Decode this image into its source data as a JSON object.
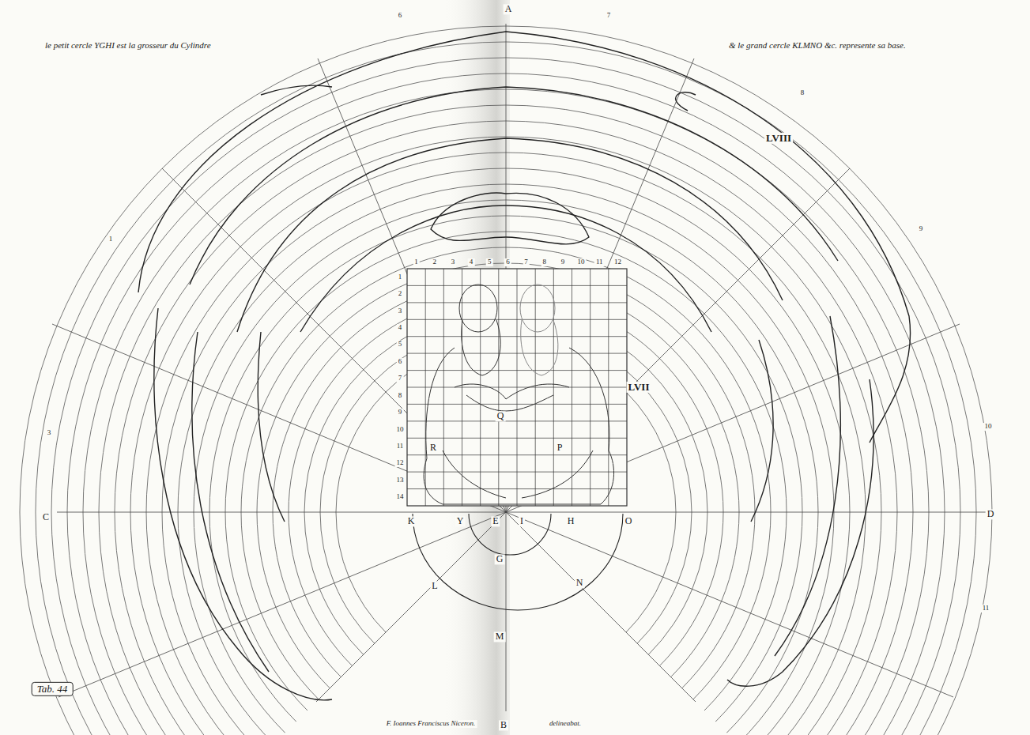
{
  "diagram": {
    "labels": [
      "le petit cercle YGHI est la grosseur du Cylindre",
      "& le grand cercle KLMNO &c. represente sa base.",
      "A",
      "6",
      "7",
      "8",
      "9",
      "10",
      "11",
      "1",
      "3",
      "LVIII",
      "LVII",
      "C",
      "D",
      "K",
      "Y",
      "E",
      "I",
      "H",
      "O",
      "G",
      "L",
      "N",
      "M",
      "Q",
      "R",
      "P",
      "B",
      "Tab. 44",
      "F. Ioannes Franciscus Niceron.",
      "delineabat.",
      "1",
      "2",
      "3",
      "4",
      "5",
      "6",
      "7",
      "8",
      "9",
      "10",
      "11",
      "12",
      "1",
      "2",
      "3",
      "4",
      "5",
      "6",
      "7",
      "8",
      "9",
      "10",
      "11",
      "12",
      "13",
      "14"
    ]
  }
}
